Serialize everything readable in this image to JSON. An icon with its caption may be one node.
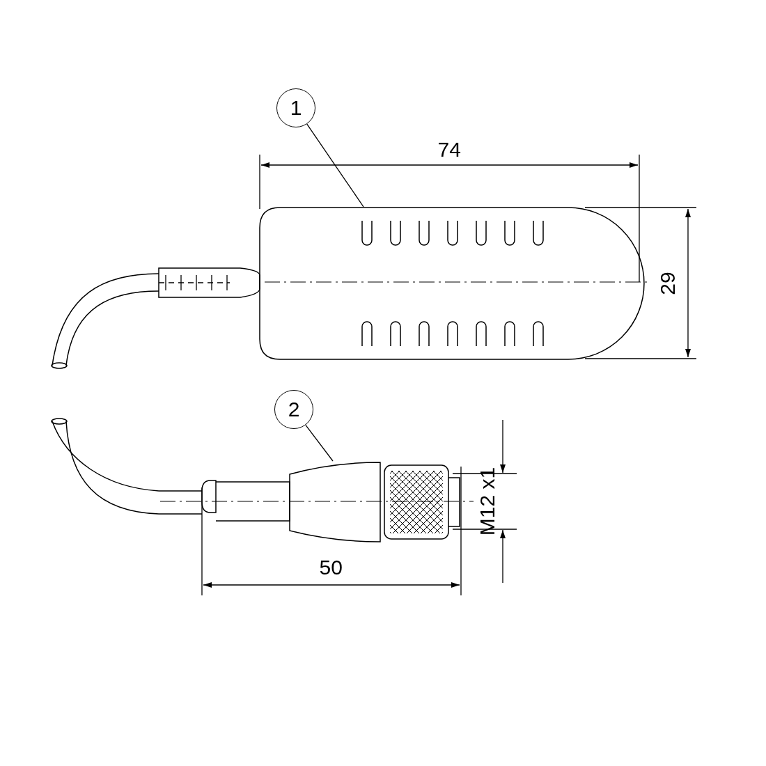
{
  "diagram": {
    "nodes": [
      {
        "text": [
          "1"
        ]
      },
      {
        "text": [],
        "shape": "picture"
      },
      {
        "text": [
          "2"
        ]
      },
      {
        "text": [],
        "shape": "picture"
      }
    ],
    "edges": [
      {
        "from": 0,
        "to": 1,
        "arrow": "none"
      },
      {
        "from": 2,
        "to": 3,
        "arrow": "none"
      }
    ],
    "labels": [
      "74",
      "29",
      "M12 x1",
      "50"
    ]
  }
}
